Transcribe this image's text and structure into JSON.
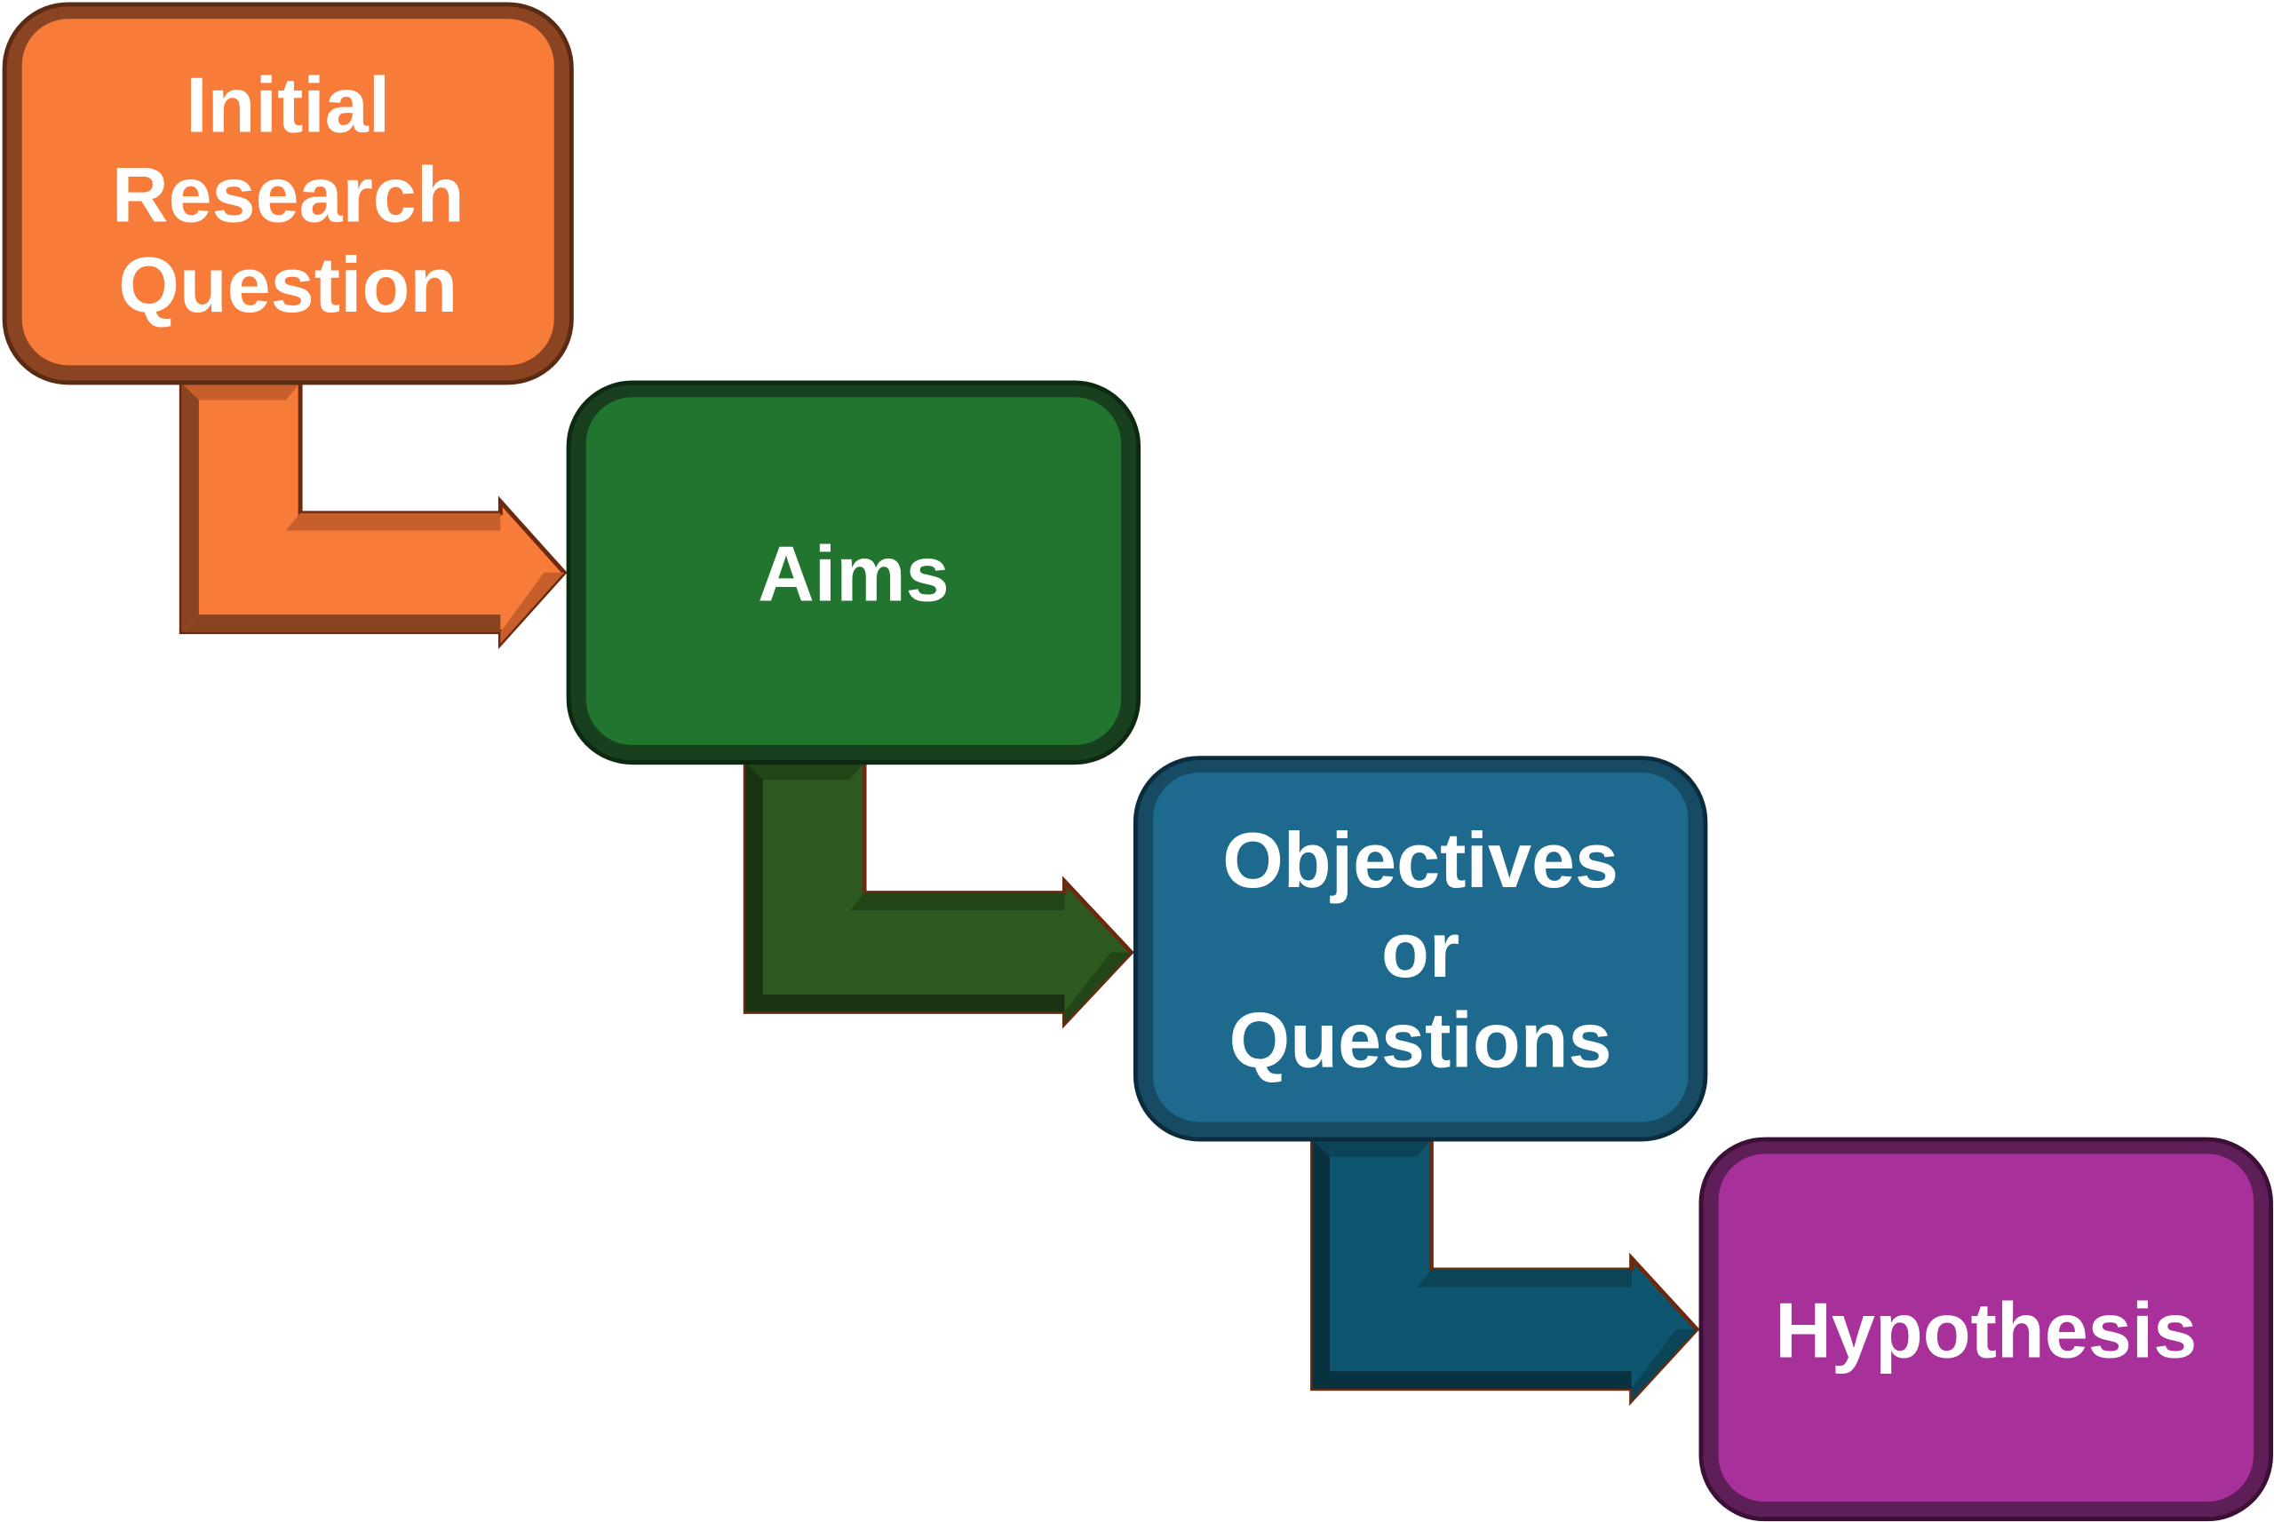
{
  "diagram": {
    "type": "staircase process flow",
    "steps": [
      {
        "id": "initial-research-question",
        "lines": [
          "Initial",
          "Research",
          "Question"
        ],
        "color": "#f77b39",
        "dark": "#8a4422",
        "edge": "#5a2a12"
      },
      {
        "id": "aims",
        "lines": [
          "Aims"
        ],
        "color": "#21752e",
        "dark": "#183f1e",
        "edge": "#0d2a11"
      },
      {
        "id": "objectives-or-questions",
        "lines": [
          "Objectives",
          "or",
          "Questions"
        ],
        "color": "#1e6a8e",
        "dark": "#174b63",
        "edge": "#0b2c3d"
      },
      {
        "id": "hypothesis",
        "lines": [
          "Hypothesis"
        ],
        "color": "#a8309a",
        "dark": "#5e1e57",
        "edge": "#3c0f37"
      }
    ],
    "connectors": [
      {
        "from": "initial-research-question",
        "to": "aims",
        "color": "#f77b39",
        "shade": "#c65f2b",
        "deep": "#8a4422"
      },
      {
        "from": "aims",
        "to": "objectives-or-questions",
        "color": "#2e5a20",
        "shade": "#234618",
        "deep": "#1a3312"
      },
      {
        "from": "objectives-or-questions",
        "to": "hypothesis",
        "color": "#0e566f",
        "shade": "#0b4357",
        "deep": "#08323f"
      }
    ],
    "connector_outline": "#6b2a10"
  }
}
